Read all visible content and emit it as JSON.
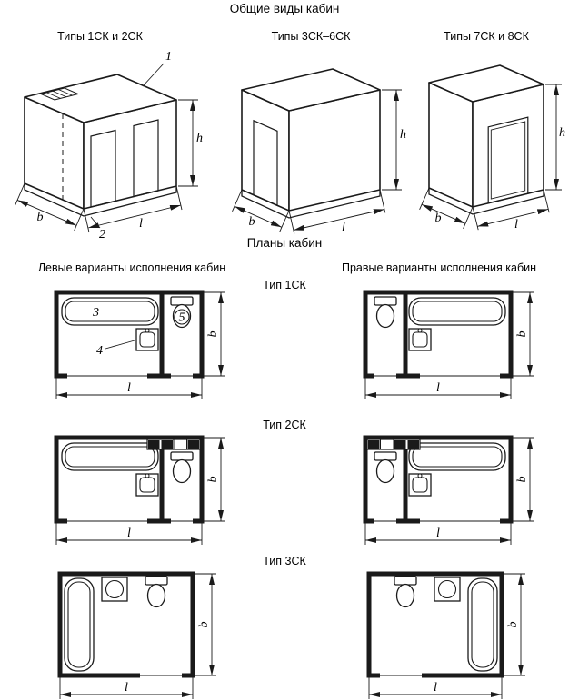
{
  "page": {
    "background": "#ffffff",
    "line_color": "#1a1a1a"
  },
  "titles": {
    "general_views": "Общие виды кабин",
    "plans": "Планы кабин",
    "left_variants": "Левые варианты исполнения кабин",
    "right_variants": "Правые варианты исполнения кабин"
  },
  "isometric_views": [
    {
      "label": "Типы 1СК и 2СК"
    },
    {
      "label": "Типы 3СК–6СК"
    },
    {
      "label": "Типы 7СК и 8СК"
    }
  ],
  "plan_types": [
    {
      "label": "Тип 1СК"
    },
    {
      "label": "Тип 2СК"
    },
    {
      "label": "Тип 3СК"
    }
  ],
  "dims": {
    "h": "h",
    "b": "b",
    "l": "l"
  },
  "callouts": {
    "c1": "1",
    "c2": "2",
    "c3": "3",
    "c4": "4",
    "c5": "5"
  }
}
